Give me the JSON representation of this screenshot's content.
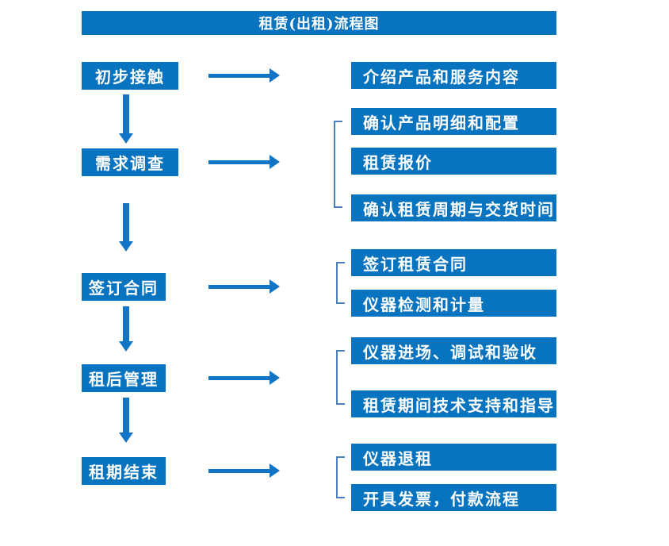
{
  "title": "租赁(出租)流程图",
  "palette": {
    "box_blue": "#0873BE",
    "arrow_blue": "#1274C5",
    "bracket_blue": "#4A7EBD",
    "text_white": "#FFFFFF",
    "background": "#FFFFFF"
  },
  "flow": [
    {
      "step": "初步接触",
      "details": [
        "介绍产品和服务内容"
      ]
    },
    {
      "step": "需求调查",
      "details": [
        "确认产品明细和配置",
        "租赁报价",
        "确认租赁周期与交货时间"
      ]
    },
    {
      "step": "签订合同",
      "details": [
        "签订租赁合同",
        "仪器检测和计量"
      ]
    },
    {
      "step": "租后管理",
      "details": [
        "仪器进场、调试和验收",
        "租赁期间技术支持和指导"
      ]
    },
    {
      "step": "租期结束",
      "details": [
        "仪器退租",
        "开具发票，付款流程"
      ]
    }
  ]
}
